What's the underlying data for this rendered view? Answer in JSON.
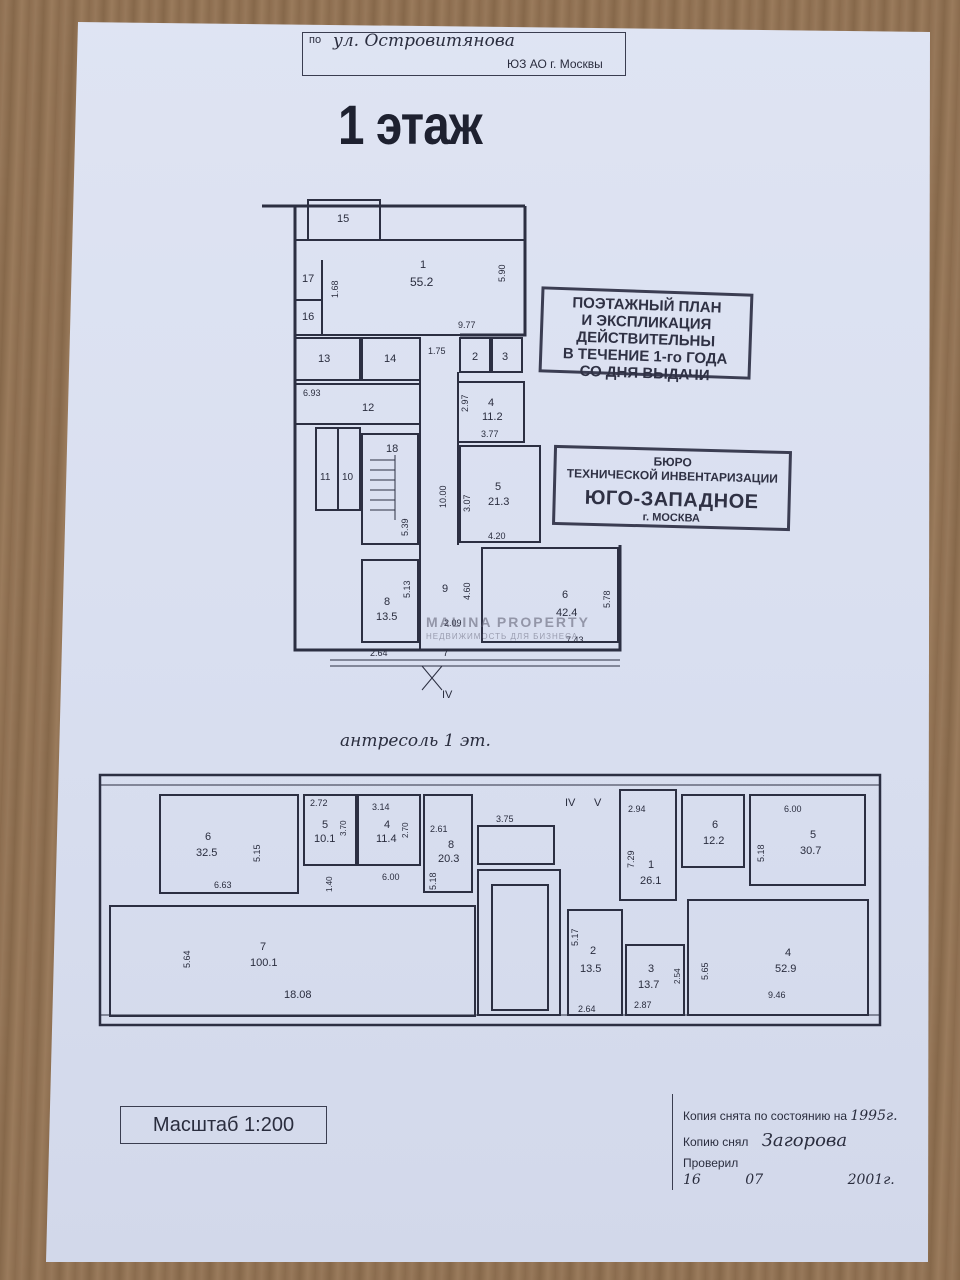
{
  "header": {
    "street_prefix": "по",
    "street_name": "ул. Островитянова",
    "district": "ЮЗ АО г. Москвы",
    "title": "1 этаж"
  },
  "stamp_validity": {
    "lines": [
      "ПОЭТАЖНЫЙ ПЛАН",
      "И ЭКСПЛИКАЦИЯ",
      "ДЕЙСТВИТЕЛЬНЫ",
      "В ТЕЧЕНИЕ 1-го ГОДА",
      "СО ДНЯ ВЫДАЧИ"
    ]
  },
  "stamp_bureau": {
    "line1": "БЮРО",
    "line2": "ТЕХНИЧЕСКОЙ ИНВЕНТАРИЗАЦИИ",
    "line3": "ЮГО-ЗАПАДНОЕ",
    "line4": "г. МОСКВА"
  },
  "first_floor": {
    "rooms": [
      {
        "num": "15",
        "area": ""
      },
      {
        "num": "1",
        "area": "55.2"
      },
      {
        "num": "17",
        "area": ""
      },
      {
        "num": "16",
        "area": ""
      },
      {
        "num": "13",
        "area": ""
      },
      {
        "num": "14",
        "area": ""
      },
      {
        "num": "2",
        "area": ""
      },
      {
        "num": "3",
        "area": ""
      },
      {
        "num": "12",
        "area": ""
      },
      {
        "num": "4",
        "area": "11.2"
      },
      {
        "num": "18",
        "area": ""
      },
      {
        "num": "11",
        "area": ""
      },
      {
        "num": "10",
        "area": ""
      },
      {
        "num": "5",
        "area": "21.3"
      },
      {
        "num": "8",
        "area": "13.5"
      },
      {
        "num": "9",
        "area": ""
      },
      {
        "num": "7",
        "area": ""
      },
      {
        "num": "6",
        "area": "42.4"
      }
    ],
    "dims": [
      "5.90",
      "9.77",
      "1.68",
      "1.75",
      "6.93",
      "2.97",
      "3.77",
      "10.00",
      "3.07",
      "4.20",
      "5.39",
      "5.13",
      "4.60",
      "5.78",
      "2.64",
      "2.09",
      "7.43"
    ],
    "entrance": "IV"
  },
  "mezzanine": {
    "title": "антресоль 1 эт.",
    "rooms": [
      {
        "num": "6",
        "area": "32.5"
      },
      {
        "num": "5",
        "area": "10.1"
      },
      {
        "num": "4",
        "area": "11.4"
      },
      {
        "num": "8",
        "area": "20.3"
      },
      {
        "num": "7",
        "area": "100.1"
      },
      {
        "num": "1",
        "area": "26.1"
      },
      {
        "num": "2",
        "area": "13.5"
      },
      {
        "num": "3",
        "area": "13.7"
      },
      {
        "num": "6",
        "area": "12.2"
      },
      {
        "num": "5",
        "area": "30.7"
      },
      {
        "num": "4",
        "area": "52.9"
      }
    ],
    "dims": [
      "2.72",
      "3.14",
      "2.61",
      "3.75",
      "2.94",
      "6.00",
      "5.15",
      "6.63",
      "3.70",
      "2.70",
      "1.40",
      "6.00",
      "5.18",
      "7.29",
      "5.18",
      "5.64",
      "18.08",
      "5.17",
      "2.64",
      "2.87",
      "2.54",
      "5.65",
      "9.46"
    ],
    "markers": [
      "IV",
      "V"
    ]
  },
  "watermark": {
    "brand_left": "MALINA",
    "brand_right": "PROPERTY",
    "tagline": "НЕДВИЖИМОСТЬ ДЛЯ БИЗНЕСА"
  },
  "footer": {
    "scale_label": "Масштаб 1:200",
    "copy_state_label": "Копия снята по состоянию на",
    "copy_state_year": "1995г.",
    "copied_by_label": "Копию снял",
    "copied_by_name": "Загорова",
    "checked_label": "Проверил",
    "date_day": "16",
    "date_month": "07",
    "date_year": "2001",
    "date_suffix": "г."
  }
}
